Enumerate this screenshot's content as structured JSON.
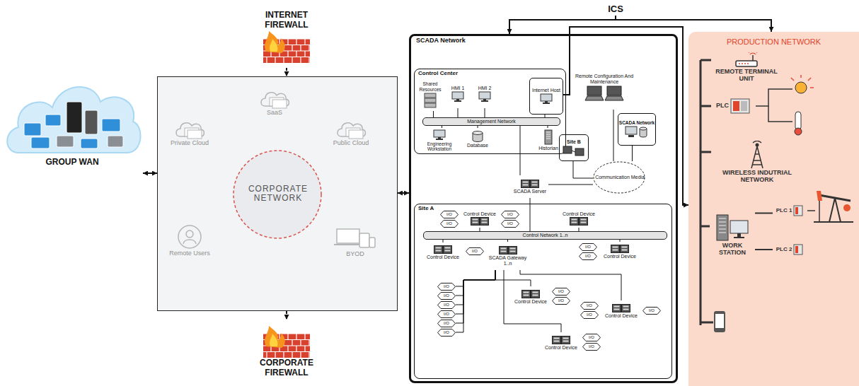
{
  "diagram": {
    "nodes": [
      {
        "text": [
          "INTERNET FIREWALL"
        ]
      },
      {
        "text": [
          "GROUP WAN"
        ]
      },
      {
        "text": [
          "CORPORATE NETWORK"
        ]
      },
      {
        "text": [
          "SaaS"
        ],
        "in": 2
      },
      {
        "text": [
          "Private Cloud"
        ],
        "in": 2
      },
      {
        "text": [
          "Public Cloud"
        ],
        "in": 2
      },
      {
        "text": [
          "Remote Users"
        ],
        "in": 2
      },
      {
        "text": [
          "BYOD"
        ],
        "in": 2
      },
      {
        "text": [
          "CORPORATE FIREWALL"
        ]
      },
      {
        "text": [
          "ICS"
        ]
      },
      {
        "text": [
          "SCADA Network"
        ]
      },
      {
        "text": [
          "Control Center"
        ],
        "in": 10
      },
      {
        "text": [
          "Shared Resources"
        ],
        "in": 11
      },
      {
        "text": [
          "HMI 1"
        ],
        "in": 11
      },
      {
        "text": [
          "HMI 2"
        ],
        "in": 11
      },
      {
        "text": [
          "Internet Host"
        ],
        "in": 11
      },
      {
        "text": [
          "Management Network"
        ],
        "in": 11
      },
      {
        "text": [
          "Engineering Workstation"
        ],
        "in": 11
      },
      {
        "text": [
          "Database"
        ],
        "in": 11
      },
      {
        "text": [
          "Historian"
        ],
        "in": 11
      },
      {
        "text": [
          "Remote Configuration And Maintenance"
        ],
        "in": 10
      },
      {
        "text": [
          "SCADA Network"
        ],
        "in": 10
      },
      {
        "text": [
          "Site B"
        ],
        "in": 10
      },
      {
        "text": [
          "Communication Media"
        ],
        "in": 10
      },
      {
        "text": [
          "SCADA Server"
        ],
        "in": 10
      },
      {
        "text": [
          "Site A"
        ],
        "in": 10
      },
      {
        "text": [
          "Control Device"
        ],
        "in": 25
      },
      {
        "text": [
          "Control Device"
        ],
        "in": 25
      },
      {
        "text": [
          "Control Network 1..n"
        ],
        "in": 25
      },
      {
        "text": [
          "Control Device"
        ],
        "in": 25
      },
      {
        "text": [
          "SCADA Gateway 1..n"
        ],
        "in": 25
      },
      {
        "text": [
          "Control Device"
        ],
        "in": 25
      },
      {
        "text": [
          "Control Device"
        ],
        "in": 25
      },
      {
        "text": [
          "Control Device"
        ],
        "in": 25
      },
      {
        "text": [
          "Control Device"
        ],
        "in": 25
      },
      {
        "text": [
          "I/O"
        ],
        "in": 25
      },
      {
        "text": [
          "I/O"
        ],
        "in": 25
      },
      {
        "text": [
          "I/O"
        ],
        "in": 25
      },
      {
        "text": [
          "I/O"
        ],
        "in": 25
      },
      {
        "text": [
          "I/O"
        ],
        "in": 25
      },
      {
        "text": [
          "I/O"
        ],
        "in": 25
      },
      {
        "text": [
          "I/O"
        ],
        "in": 25
      },
      {
        "text": [
          "I/O"
        ],
        "in": 25
      },
      {
        "text": [
          "I/O"
        ],
        "in": 25
      },
      {
        "text": [
          "I/O"
        ],
        "in": 25
      },
      {
        "text": [
          "I/O"
        ],
        "in": 25
      },
      {
        "text": [
          "I/O"
        ],
        "in": 25
      },
      {
        "text": [
          "I/O"
        ],
        "in": 25
      },
      {
        "text": [
          "I/O"
        ],
        "in": 25
      },
      {
        "text": [
          "I/O"
        ],
        "in": 25
      },
      {
        "text": [
          "I/O"
        ],
        "in": 25
      },
      {
        "text": [
          "I/O"
        ],
        "in": 25
      },
      {
        "text": [
          "I/O"
        ],
        "in": 25
      },
      {
        "text": [
          "I/O"
        ],
        "in": 25
      },
      {
        "text": [
          "I/O"
        ],
        "in": 25
      },
      {
        "text": [
          "PRODUCTION NETWORK"
        ]
      },
      {
        "text": [
          "REMOTE TERMINAL UNIT"
        ],
        "in": 55
      },
      {
        "text": [
          "PLC"
        ],
        "in": 55
      },
      {
        "text": [
          "WIRELESS INDUTRIAL NETWORK"
        ],
        "in": 55
      },
      {
        "text": [
          "WORK STATION"
        ],
        "in": 55
      },
      {
        "text": [
          "PLC 1"
        ],
        "in": 55
      },
      {
        "text": [
          "PLC 2"
        ],
        "in": 55
      }
    ],
    "edges": [
      {
        "from": 1,
        "to": 2,
        "arrow": "both"
      },
      {
        "from": 0,
        "to": 2,
        "arrow": "to"
      },
      {
        "from": 2,
        "to": 8,
        "arrow": "to"
      },
      {
        "from": 2,
        "to": 10,
        "arrow": "both"
      },
      {
        "from": 9,
        "to": 10,
        "arrow": "to"
      },
      {
        "from": 9,
        "to": 55,
        "arrow": "to"
      },
      {
        "from": 15,
        "to": 55,
        "arrow": "to"
      },
      {
        "from": 12,
        "to": 16,
        "arrow": "none"
      },
      {
        "from": 13,
        "to": 16,
        "arrow": "none"
      },
      {
        "from": 14,
        "to": 16,
        "arrow": "none"
      },
      {
        "from": 15,
        "to": 16,
        "arrow": "none"
      },
      {
        "from": 17,
        "to": 16,
        "arrow": "none"
      },
      {
        "from": 18,
        "to": 16,
        "arrow": "none"
      },
      {
        "from": 19,
        "to": 16,
        "arrow": "none"
      },
      {
        "from": 16,
        "to": 24,
        "arrow": "none"
      },
      {
        "from": 24,
        "to": 23,
        "arrow": "none"
      },
      {
        "from": 22,
        "to": 23,
        "arrow": "none"
      },
      {
        "from": 20,
        "to": 23,
        "arrow": "none"
      },
      {
        "from": 21,
        "to": 23,
        "arrow": "none"
      },
      {
        "from": 24,
        "to": 28,
        "arrow": "none"
      },
      {
        "from": 26,
        "to": 28,
        "arrow": "none"
      },
      {
        "from": 27,
        "to": 28,
        "arrow": "none"
      },
      {
        "from": 29,
        "to": 28,
        "arrow": "none"
      },
      {
        "from": 30,
        "to": 28,
        "arrow": "none"
      },
      {
        "from": 31,
        "to": 28,
        "arrow": "none"
      },
      {
        "from": 30,
        "to": 42,
        "arrow": "none"
      },
      {
        "from": 30,
        "to": 43,
        "arrow": "none"
      },
      {
        "from": 30,
        "to": 44,
        "arrow": "none"
      },
      {
        "from": 30,
        "to": 45,
        "arrow": "none"
      },
      {
        "from": 30,
        "to": 46,
        "arrow": "none"
      },
      {
        "from": 30,
        "to": 47,
        "arrow": "none"
      },
      {
        "from": 30,
        "to": 32,
        "arrow": "none"
      },
      {
        "from": 30,
        "to": 33,
        "arrow": "none"
      },
      {
        "from": 30,
        "to": 34,
        "arrow": "none"
      },
      {
        "from": 59,
        "to": 60,
        "arrow": "none"
      },
      {
        "from": 59,
        "to": 61,
        "arrow": "none"
      }
    ]
  }
}
